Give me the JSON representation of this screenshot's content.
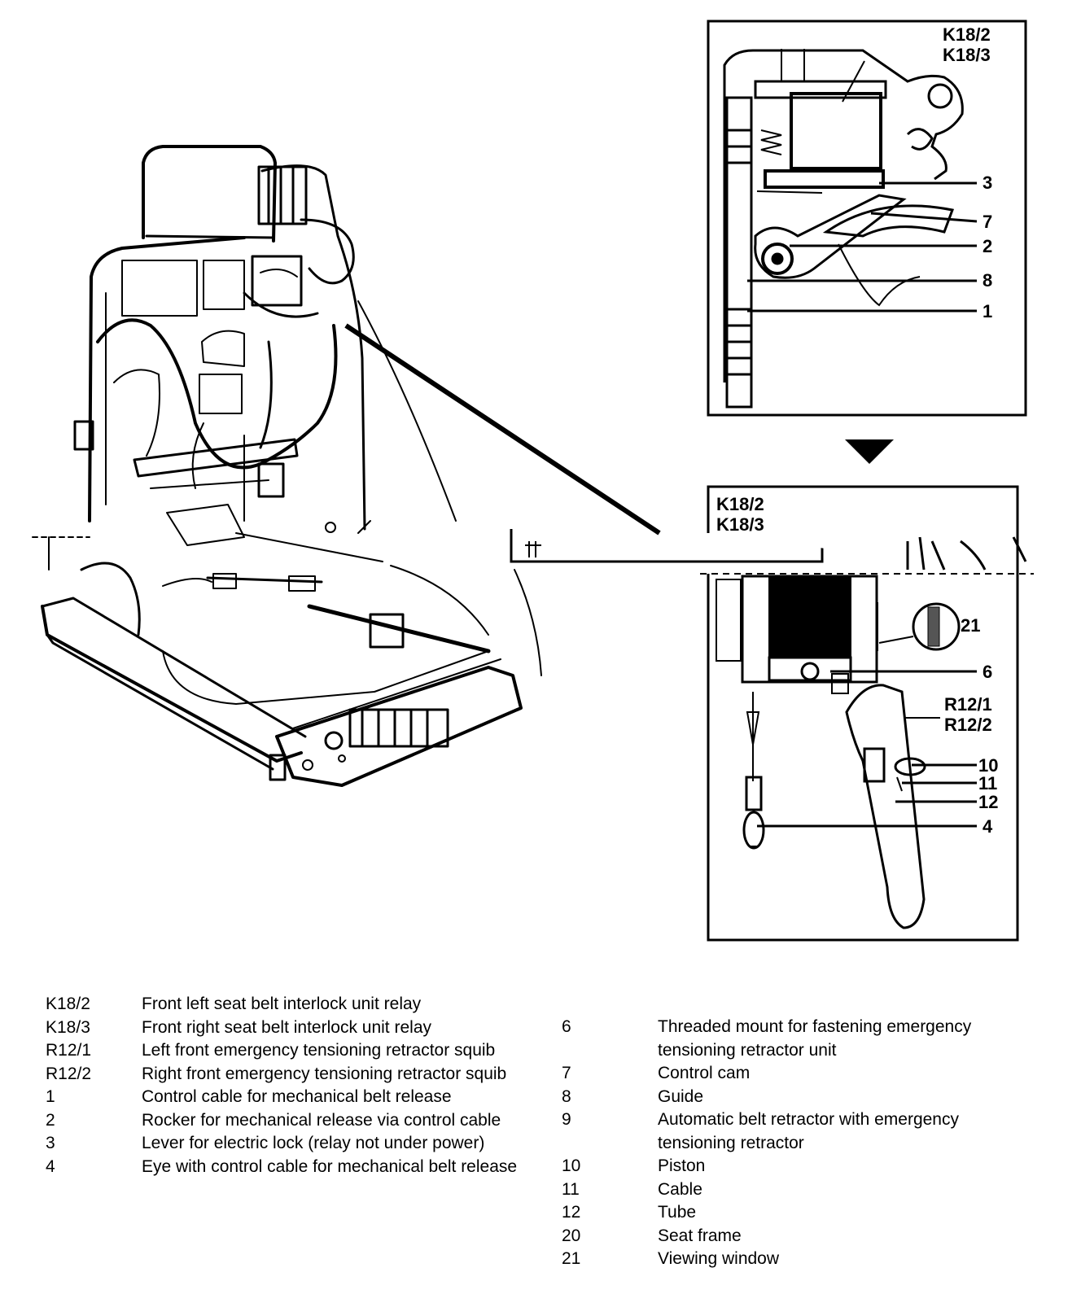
{
  "inset_top": {
    "labels": [
      "K18/2",
      "K18/3",
      "3",
      "7",
      "2",
      "8",
      "1"
    ]
  },
  "inset_bottom": {
    "labels": [
      "K18/2",
      "K18/3",
      "21",
      "6",
      "R12/1",
      "R12/2",
      "10",
      "11",
      "12",
      "4"
    ]
  },
  "legend": {
    "left": [
      {
        "code": "K18/2",
        "desc": "Front left seat belt interlock unit relay"
      },
      {
        "code": "K18/3",
        "desc": "Front right seat belt interlock unit relay"
      },
      {
        "code": "R12/1",
        "desc": "Left front emergency tensioning retractor squib"
      },
      {
        "code": "R12/2",
        "desc": "Right front emergency tensioning retractor squib"
      },
      {
        "code": "1",
        "desc": "Control cable for mechanical belt release"
      },
      {
        "code": "2",
        "desc": "Rocker for mechanical release via control cable"
      },
      {
        "code": "3",
        "desc": "Lever for electric lock (relay not under power)"
      },
      {
        "code": "4",
        "desc": "Eye with control cable for mechanical belt release"
      }
    ],
    "right": [
      {
        "code": "6",
        "desc": "Threaded mount for fastening emergency tensioning retractor unit"
      },
      {
        "code": "7",
        "desc": "Control cam"
      },
      {
        "code": "8",
        "desc": "Guide"
      },
      {
        "code": "9",
        "desc": "Automatic belt retractor with emergency tensioning retractor"
      },
      {
        "code": "10",
        "desc": "Piston"
      },
      {
        "code": "11",
        "desc": "Cable"
      },
      {
        "code": "12",
        "desc": "Tube"
      },
      {
        "code": "20",
        "desc": "Seat frame"
      },
      {
        "code": "21",
        "desc": "Viewing window"
      }
    ]
  }
}
